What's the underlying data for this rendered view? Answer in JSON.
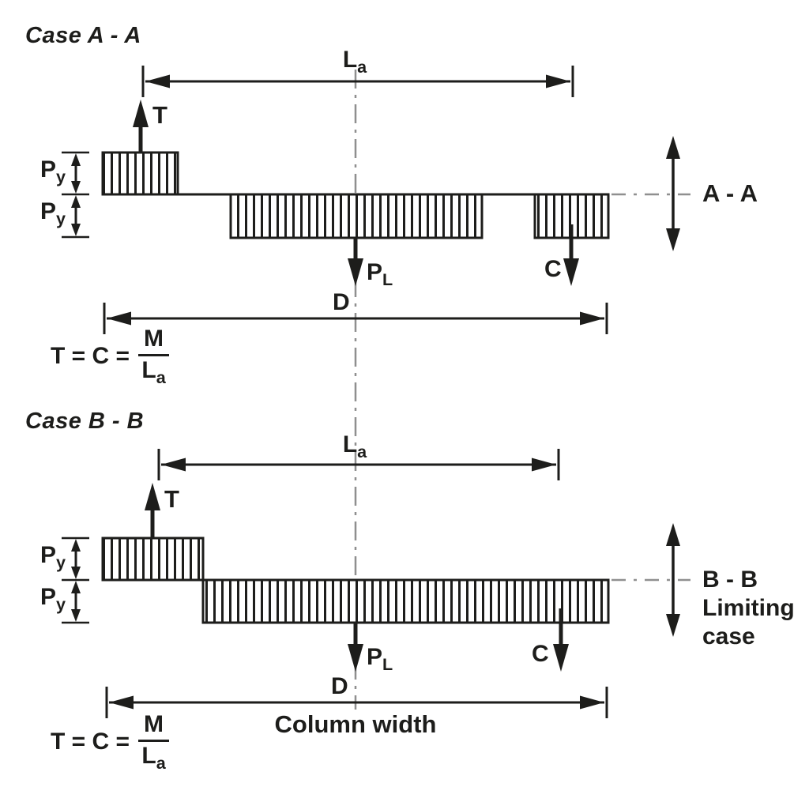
{
  "colors": {
    "ink": "#1d1d1b",
    "centerline": "#8f8f8f",
    "background": "#ffffff"
  },
  "case_a": {
    "title": "Case A - A",
    "anchor_span": {
      "main": "L",
      "sub": "a"
    },
    "tension": "T",
    "bearing_upper": {
      "main": "P",
      "sub": "y"
    },
    "bearing_lower": {
      "main": "P",
      "sub": "y"
    },
    "load": {
      "main": "P",
      "sub": "L"
    },
    "compression": "C",
    "depth": "D",
    "section": "A - A",
    "formula": {
      "lhs": "T = C =",
      "num": "M",
      "den": {
        "main": "L",
        "sub": "a"
      }
    }
  },
  "case_b": {
    "title": "Case B - B",
    "anchor_span": {
      "main": "L",
      "sub": "a"
    },
    "tension": "T",
    "bearing_upper": {
      "main": "P",
      "sub": "y"
    },
    "bearing_lower": {
      "main": "P",
      "sub": "y"
    },
    "load": {
      "main": "P",
      "sub": "L"
    },
    "compression": "C",
    "depth": "D",
    "section": "B - B",
    "note_line1": "Limiting",
    "note_line2": "case",
    "column_width": "Column width",
    "formula": {
      "lhs": "T = C =",
      "num": "M",
      "den": {
        "main": "L",
        "sub": "a"
      }
    }
  }
}
